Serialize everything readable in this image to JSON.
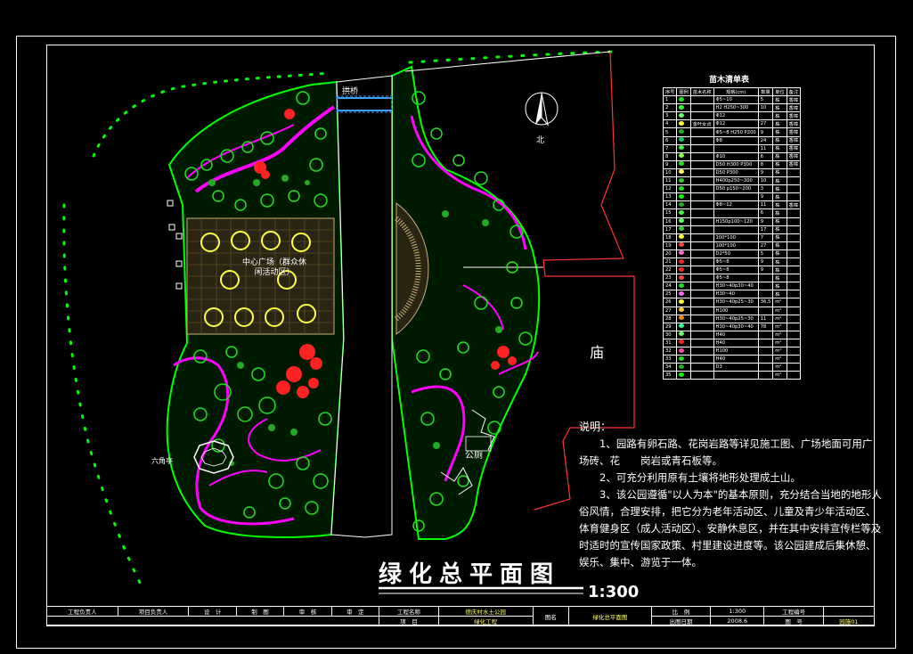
{
  "drawing": {
    "title": "绿化总平面图",
    "scale": "1:300",
    "labels": {
      "temple": "庙",
      "bridge": "拱桥",
      "plaza": "中心广场（群众休闲活动区）",
      "pavilion": "六角亭",
      "toilet": "公厕",
      "north": "北"
    }
  },
  "legend": {
    "title": "苗木清单表",
    "headers": [
      "序号",
      "图例",
      "苗木名称",
      "规格(cm)",
      "数量",
      "单位",
      "备注"
    ],
    "rows": [
      [
        "1",
        "",
        "",
        "Φ5~10",
        "5",
        "株",
        "香樟"
      ],
      [
        "2",
        "",
        "",
        "H2 H250~300",
        "10",
        "株",
        "香樟"
      ],
      [
        "3",
        "",
        "",
        "Φ12",
        "",
        "株",
        "香樟"
      ],
      [
        "4",
        "",
        "金叶女贞",
        "Φ12",
        "27",
        "株",
        "香樟"
      ],
      [
        "5",
        "",
        "",
        "Φ5~8 H250 P200",
        "9",
        "株",
        "香樟"
      ],
      [
        "6",
        "",
        "",
        "Φ8",
        "24",
        "株",
        "香樟"
      ],
      [
        "7",
        "",
        "",
        "",
        "11",
        "株",
        "香樟"
      ],
      [
        "8",
        "",
        "",
        "Φ10",
        "6",
        "株",
        "香樟"
      ],
      [
        "9",
        "",
        "",
        "D50 H300 P300",
        "8",
        "株",
        "香樟"
      ],
      [
        "10",
        "",
        "",
        "D50 P300",
        "9",
        "株",
        ""
      ],
      [
        "11",
        "",
        "",
        "H400p250~300",
        "10",
        "株",
        ""
      ],
      [
        "12",
        "",
        "",
        "D50 p150~200",
        "3",
        "株",
        ""
      ],
      [
        "13",
        "",
        "",
        "",
        "9",
        "株",
        ""
      ],
      [
        "14",
        "",
        "",
        "Φ8~12",
        "11",
        "株",
        "香樟"
      ],
      [
        "15",
        "",
        "",
        "",
        "6",
        "株",
        ""
      ],
      [
        "16",
        "",
        "",
        "H150p100~120",
        "9",
        "株",
        ""
      ],
      [
        "17",
        "",
        "",
        "",
        "17",
        "株",
        ""
      ],
      [
        "18",
        "",
        "",
        "100*100",
        "7",
        "株",
        ""
      ],
      [
        "19",
        "",
        "",
        "100*100",
        "27",
        "株",
        ""
      ],
      [
        "20",
        "",
        "",
        "D2*50",
        "5",
        "株",
        ""
      ],
      [
        "21",
        "",
        "",
        "Φ5~8",
        "9",
        "株",
        ""
      ],
      [
        "22",
        "",
        "",
        "Φ5~8",
        "9",
        "株",
        ""
      ],
      [
        "23",
        "",
        "",
        "Φ5~8",
        "",
        "株",
        ""
      ],
      [
        "24",
        "",
        "",
        "H30~40p30~40",
        "",
        "株",
        ""
      ],
      [
        "25",
        "",
        "",
        "H30~40",
        "",
        "株",
        ""
      ],
      [
        "26",
        "",
        "",
        "H30~40p25~30",
        "36.5",
        "m²",
        ""
      ],
      [
        "27",
        "",
        "",
        "H100",
        "",
        "m²",
        ""
      ],
      [
        "28",
        "",
        "",
        "H30~40p25~30",
        "11",
        "m²",
        ""
      ],
      [
        "29",
        "",
        "",
        "H30~40p30~40",
        "78",
        "m²",
        ""
      ],
      [
        "30",
        "",
        "",
        "H40",
        "",
        "m²",
        ""
      ],
      [
        "31",
        "",
        "",
        "H40",
        "",
        "m²",
        ""
      ],
      [
        "32",
        "",
        "",
        "H100",
        "",
        "m²",
        ""
      ],
      [
        "33",
        "",
        "",
        "H40",
        "",
        "m²",
        ""
      ],
      [
        "34",
        "",
        "",
        "D3",
        "",
        "m²",
        ""
      ],
      [
        "35",
        "",
        "",
        "",
        "",
        "m²",
        ""
      ]
    ]
  },
  "notes": {
    "title": "说明：",
    "items": [
      "1、园路有卵石路、花岗岩路等详见施工图、广场地面可用广场砖、花　　岗岩或青石板等。",
      "2、可充分利用原有土壤将地形处理成土山。",
      "3、该公园遵循\"以人为本\"的基本原则，充分结合当地的地形人俗风情，合理安排，把它分为老年活动区、儿童及青少年活动区、体育健身区（成人活动区）、安静休息区，并在其中安排宣传栏等及时适时的宣传国家政策、村里建设进度等。该公园建成后集休憩、娱乐、集中、游览于一体。"
    ]
  },
  "titleblock": {
    "cells": [
      "工程负责人",
      "项目负责人",
      "设　计",
      "制　图",
      "审　核",
      "审　定",
      "工程名称",
      "德庆村水土公园",
      "图名",
      "绿化总平面图",
      "比　例",
      "1:300",
      "工程编号",
      ""
    ],
    "row2": [
      "项　目",
      "绿化工程",
      "出图日期",
      "2008.6",
      "图　号",
      "园施01"
    ]
  },
  "colors": {
    "background": "#000000",
    "boundary": "#00ff00",
    "path": "#ff00ff",
    "flower": "#ff2222",
    "paving": "#ffff66"
  }
}
